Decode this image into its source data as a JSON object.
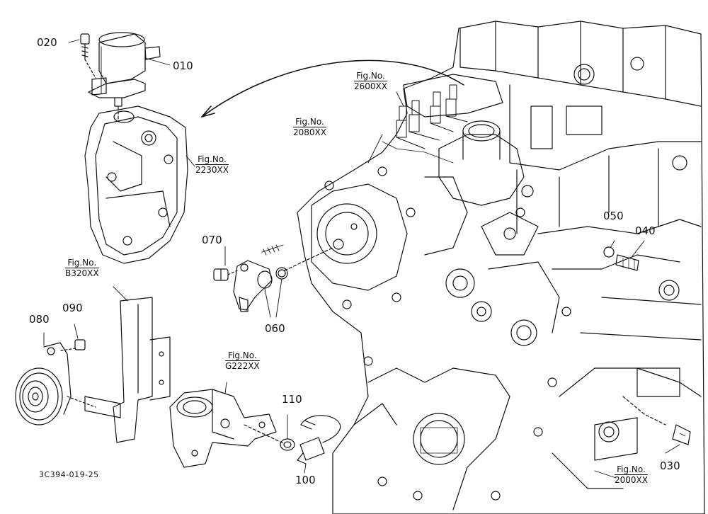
{
  "diagram": {
    "part_numbers": {
      "p010": "010",
      "p020": "020",
      "p030": "030",
      "p040": "040",
      "p050": "050",
      "p060": "060",
      "p070": "070",
      "p080": "080",
      "p090": "090",
      "p100": "100",
      "p110": "110"
    },
    "figures": {
      "f2600": {
        "prefix": "Fig.No.",
        "number": "2600XX"
      },
      "f2080": {
        "prefix": "Fig.No.",
        "number": "2080XX"
      },
      "f2230": {
        "prefix": "Fig.No.",
        "number": "2230XX"
      },
      "fB320": {
        "prefix": "Fig.No.",
        "number": "B320XX"
      },
      "fG222": {
        "prefix": "Fig.No.",
        "number": "G222XX"
      },
      "f2000": {
        "prefix": "Fig.No.",
        "number": "2000XX"
      }
    },
    "reference_code": "3C394-019-25",
    "line_color": "#111111",
    "background": "#ffffff"
  }
}
